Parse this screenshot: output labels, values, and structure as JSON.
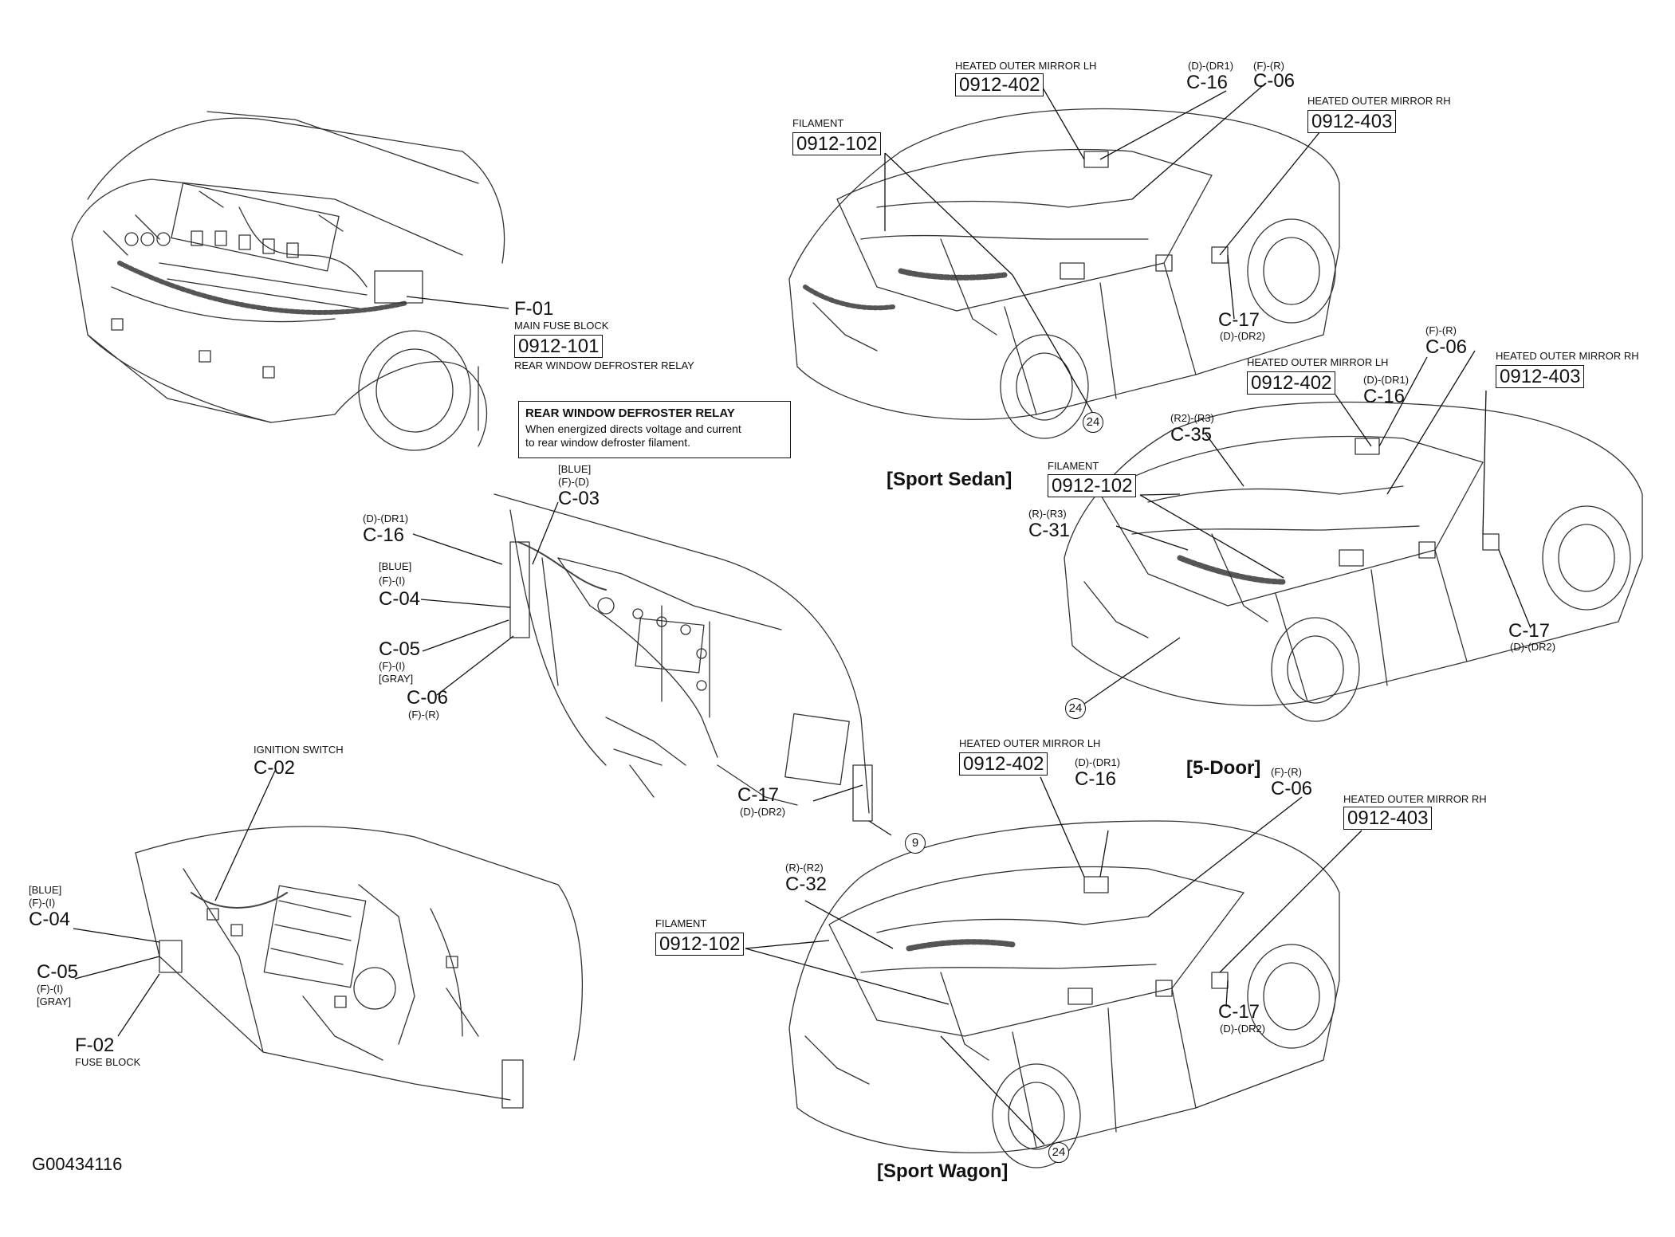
{
  "figure_id": "G00434116",
  "engine_bay": {
    "f01": {
      "code": "F-01",
      "name": "MAIN FUSE BLOCK",
      "ref": "0912-101",
      "desc": "REAR WINDOW DEFROSTER RELAY"
    }
  },
  "note": {
    "title": "REAR WINDOW DEFROSTER RELAY",
    "line1": "When energized directs voltage and current",
    "line2": "to rear window defroster filament."
  },
  "dash_upper": {
    "c16": {
      "tag": "(D)-(DR1)",
      "code": "C-16"
    },
    "c03": {
      "color": "[BLUE]",
      "tag": "(F)-(D)",
      "code": "C-03"
    },
    "c04": {
      "color": "[BLUE]",
      "tag": "(F)-(I)",
      "code": "C-04"
    },
    "c05": {
      "code": "C-05",
      "tag": "(F)-(I)",
      "color": "[GRAY]"
    },
    "c06": {
      "code": "C-06",
      "tag": "(F)-(R)"
    },
    "c17": {
      "code": "C-17",
      "tag": "(D)-(DR2)"
    },
    "ref9": "9"
  },
  "dash_lower": {
    "c02": {
      "name": "IGNITION SWITCH",
      "code": "C-02"
    },
    "c04": {
      "color": "[BLUE]",
      "tag": "(F)-(I)",
      "code": "C-04"
    },
    "c05": {
      "code": "C-05",
      "tag": "(F)-(I)",
      "color": "[GRAY]"
    },
    "f02": {
      "code": "F-02",
      "name": "FUSE BLOCK"
    }
  },
  "sedan": {
    "title": "[Sport Sedan]",
    "mirror_lh": {
      "name": "HEATED OUTER MIRROR LH",
      "ref": "0912-402"
    },
    "mirror_rh": {
      "name": "HEATED OUTER MIRROR RH",
      "ref": "0912-403"
    },
    "filament": {
      "name": "FILAMENT",
      "ref": "0912-102"
    },
    "c16": {
      "tag": "(D)-(DR1)",
      "code": "C-16"
    },
    "c06": {
      "tag": "(F)-(R)",
      "code": "C-06"
    },
    "c17": {
      "code": "C-17",
      "tag": "(D)-(DR2)"
    },
    "ref24": "24"
  },
  "five_door": {
    "title": "[5-Door]",
    "mirror_lh": {
      "name": "HEATED OUTER MIRROR LH",
      "ref": "0912-402"
    },
    "mirror_rh": {
      "name": "HEATED OUTER MIRROR RH",
      "ref": "0912-403"
    },
    "filament": {
      "name": "FILAMENT",
      "ref": "0912-102"
    },
    "c06": {
      "tag": "(F)-(R)",
      "code": "C-06"
    },
    "c16": {
      "tag": "(D)-(DR1)",
      "code": "C-16"
    },
    "c35": {
      "tag": "(R2)-(R3)",
      "code": "C-35"
    },
    "c31": {
      "tag": "(R)-(R3)",
      "code": "C-31"
    },
    "c17": {
      "code": "C-17",
      "tag": "(D)-(DR2)"
    },
    "ref24": "24"
  },
  "wagon": {
    "title": "[Sport Wagon]",
    "mirror_lh": {
      "name": "HEATED OUTER MIRROR LH",
      "ref": "0912-402"
    },
    "mirror_rh": {
      "name": "HEATED OUTER MIRROR RH",
      "ref": "0912-403"
    },
    "filament": {
      "name": "FILAMENT",
      "ref": "0912-102"
    },
    "c16": {
      "tag": "(D)-(DR1)",
      "code": "C-16"
    },
    "c06": {
      "tag": "(F)-(R)",
      "code": "C-06"
    },
    "c32": {
      "tag": "(R)-(R2)",
      "code": "C-32"
    },
    "c17": {
      "code": "C-17",
      "tag": "(D)-(DR2)"
    },
    "ref24": "24"
  }
}
